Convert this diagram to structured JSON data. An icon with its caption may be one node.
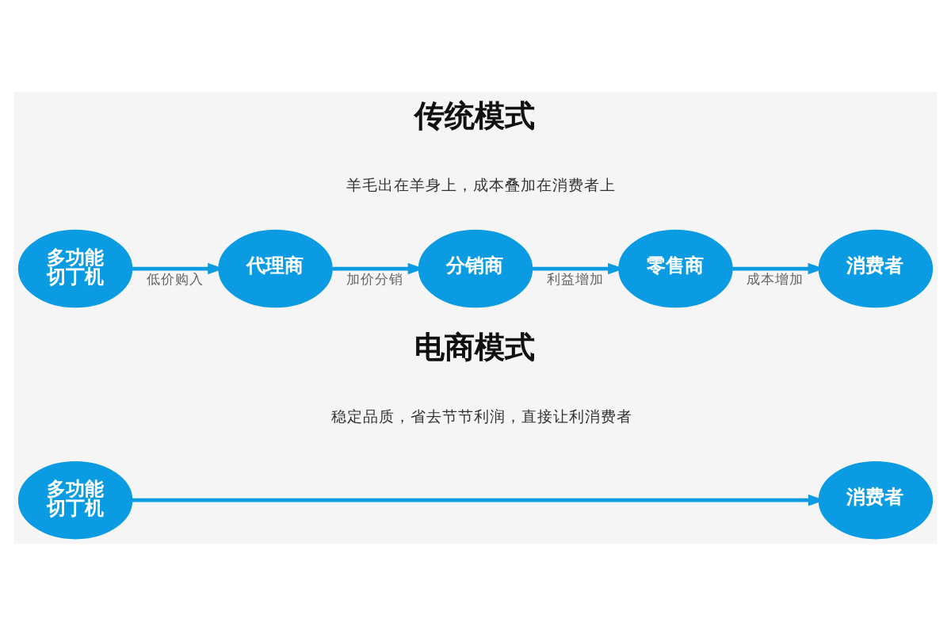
{
  "diagram": {
    "nodes": [
      {
        "text": [
          "多功能切丁机"
        ]
      },
      {
        "text": [
          "代理商"
        ]
      },
      {
        "text": [
          "分销商"
        ]
      },
      {
        "text": [
          "零售商"
        ]
      },
      {
        "text": [
          "消费者"
        ]
      },
      {
        "text": [
          "多功能切丁机"
        ]
      },
      {
        "text": [
          "消费者"
        ]
      }
    ],
    "edges": [
      {
        "from": 0,
        "to": 1,
        "arrow": "to",
        "label": "低价购入"
      },
      {
        "from": 1,
        "to": 2,
        "arrow": "to",
        "label": "加价分销"
      },
      {
        "from": 2,
        "to": 3,
        "arrow": "to",
        "label": "利益增加"
      },
      {
        "from": 3,
        "to": 4,
        "arrow": "to",
        "label": "成本增加"
      },
      {
        "from": 5,
        "to": 6,
        "arrow": "to"
      }
    ],
    "labels": [
      "传统模式",
      "羊毛出在羊身上，成本叠加在消费者上",
      "电商模式",
      "稳定品质，省去节节利润，直接让利消费者"
    ]
  }
}
